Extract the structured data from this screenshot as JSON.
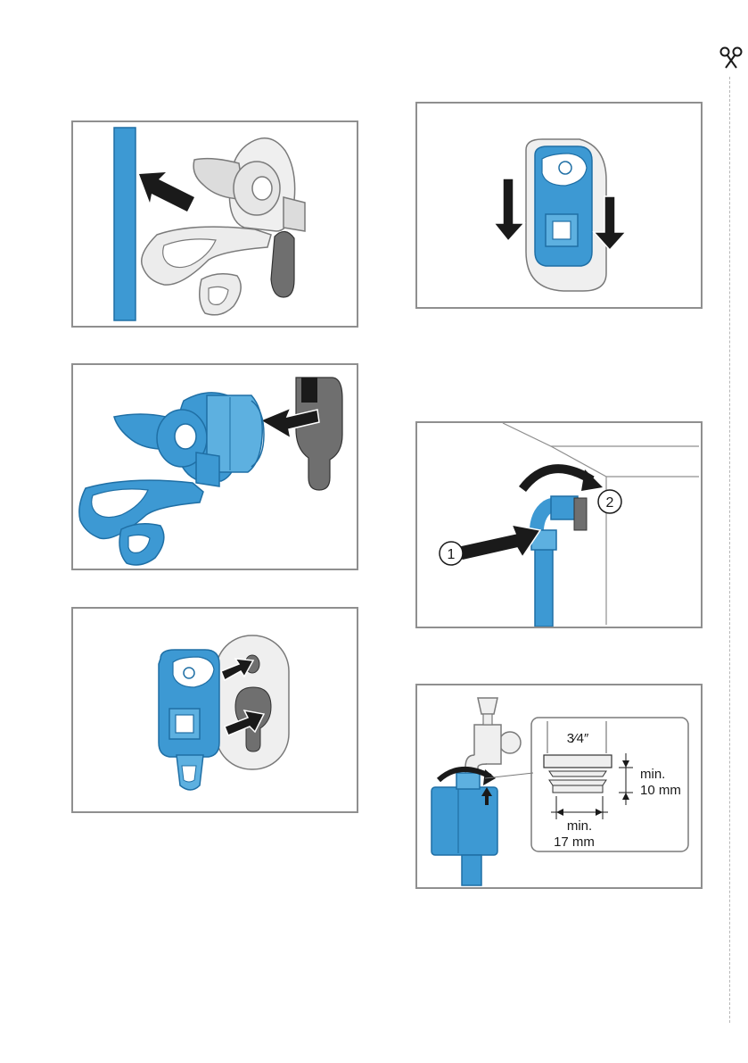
{
  "figures": {
    "connect_step_1": {
      "label": "1"
    },
    "connect_step_2": {
      "label": "2"
    },
    "thread_detail": {
      "thread_size": "3⁄4″",
      "min_height_label": "min.",
      "min_height_value": "10 mm",
      "min_width_label": "min.",
      "min_width_value": "17 mm"
    }
  },
  "colors": {
    "accent_blue": "#3d99d3",
    "dark_blue": "#1f6fa5",
    "outline": "#8f8f8f",
    "arrow": "#1a1a1a",
    "grey_part": "#6f6f6f"
  },
  "icons": [
    "scissors-icon",
    "push-arrow-icon",
    "rotate-arrow-icon",
    "down-arrow-icon"
  ]
}
